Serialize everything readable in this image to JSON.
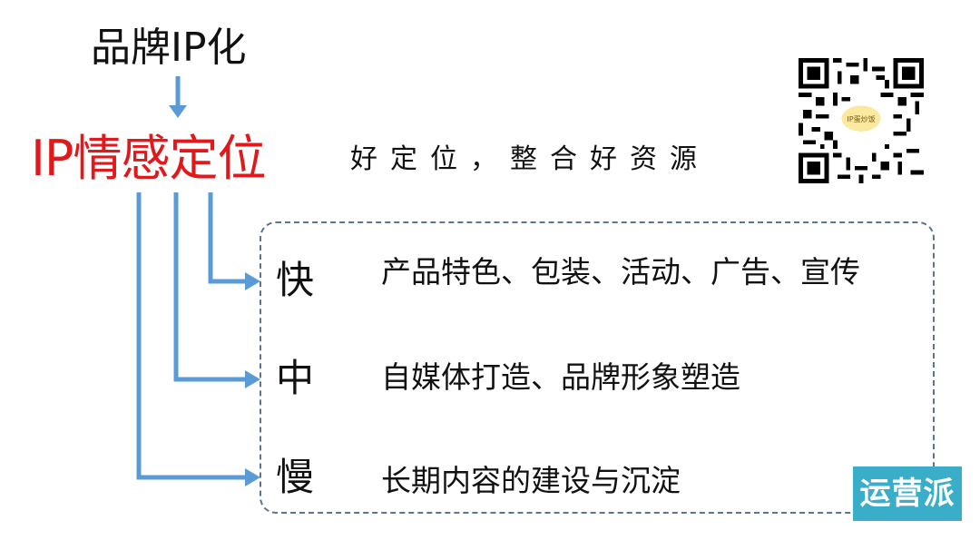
{
  "diagram": {
    "top_label": "品牌IP化",
    "main_title": "IP情感定位",
    "slogan": "好定位，整合好资源",
    "colors": {
      "title_red": "#e0191c",
      "arrow_blue": "#5b9bd5",
      "dash_border": "#5a7590",
      "brand_bg": "#3aaec8"
    },
    "tiers": [
      {
        "speed": "快",
        "description": "产品特色、包装、活动、广告、宣传"
      },
      {
        "speed": "中",
        "description": "自媒体打造、品牌形象塑造"
      },
      {
        "speed": "慢",
        "description": "长期内容的建设与沉淀"
      }
    ],
    "qr_code": {
      "center_label": "IP蛋炒饭"
    },
    "brand_badge": "运营派"
  }
}
